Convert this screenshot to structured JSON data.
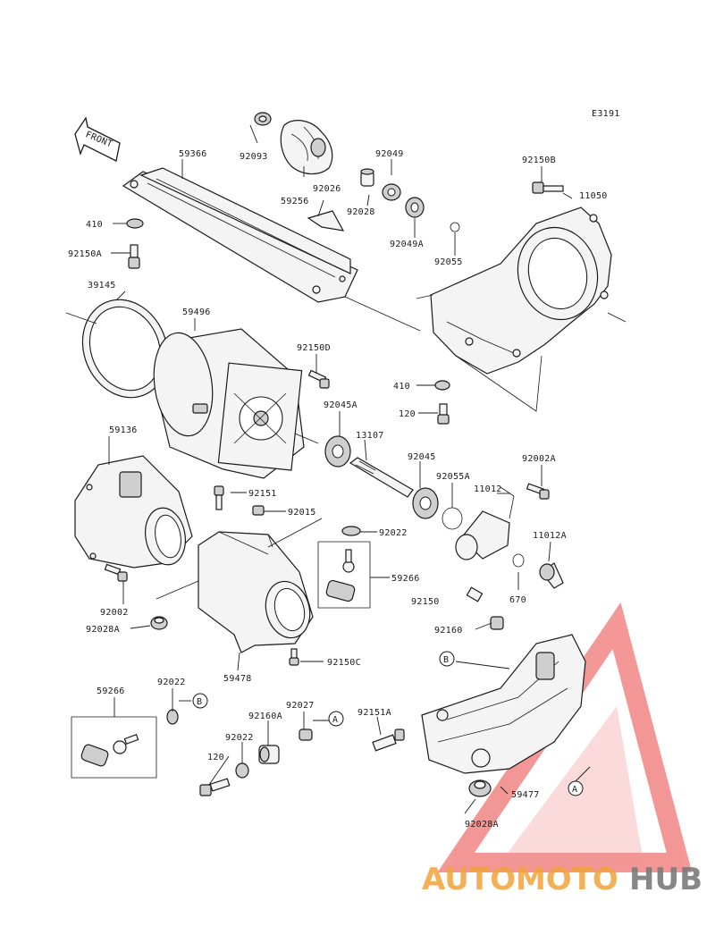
{
  "diagram_code": "E3191",
  "front_label": "FRONT",
  "callouts": {
    "a": "A",
    "b": "B"
  },
  "parts": {
    "p59366": "59366",
    "p92093": "92093",
    "p59256": "59256",
    "p92026": "92026",
    "p92028": "92028",
    "p92049": "92049",
    "p92049A": "92049A",
    "p92055": "92055",
    "p92150B": "92150B",
    "p11050": "11050",
    "p410a": "410",
    "p92150A": "92150A",
    "p39145": "39145",
    "p59496": "59496",
    "p92150D": "92150D",
    "p410b": "410",
    "p120a": "120",
    "p92045A": "92045A",
    "p13107": "13107",
    "p92045": "92045",
    "p92055A": "92055A",
    "p92002A": "92002A",
    "p11012": "11012",
    "p11012A": "11012A",
    "p59136": "59136",
    "p92151": "92151",
    "p92015": "92015",
    "p92022a": "92022",
    "p59266a": "59266",
    "p92150": "92150",
    "p670": "670",
    "p92002": "92002",
    "p92028A": "92028A",
    "p59478": "59478",
    "p92150C": "92150C",
    "p92160": "92160",
    "p59266b": "59266",
    "p92022b": "92022",
    "p92027": "92027",
    "p92160A": "92160A",
    "p92151A": "92151A",
    "p92022c": "92022",
    "p120b": "120",
    "p59477": "59477",
    "p92028A2": "92028A"
  },
  "watermark": {
    "part1": "AUTOMOTO",
    "part2": "HUB",
    "color1": "#f3a33a",
    "color2": "#7b7b7b",
    "triangle_color": "#e9433f"
  }
}
